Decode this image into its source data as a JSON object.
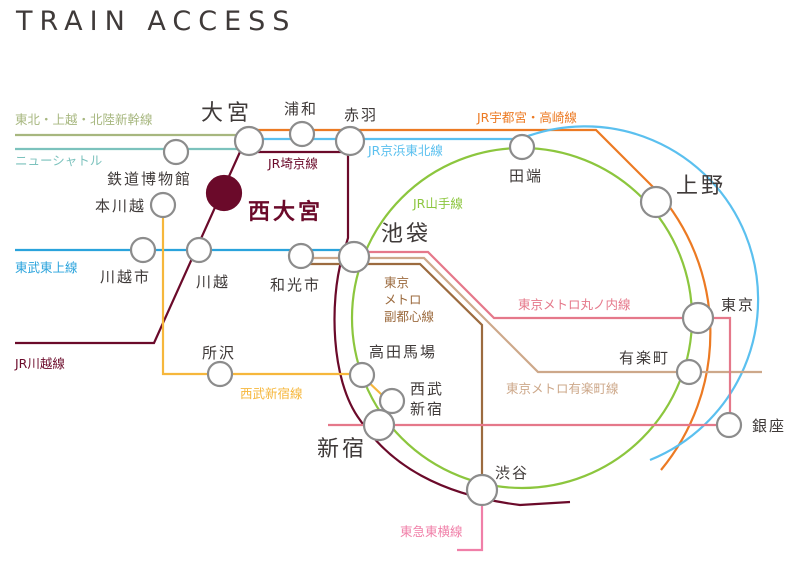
{
  "title": "TRAIN ACCESS",
  "colors": {
    "station_fill": "#ffffff",
    "station_stroke": "#8c8c8c",
    "highlight": "#6b0a2a",
    "text": "#3f3a39"
  },
  "lines": [
    {
      "id": "tohoku-shinkansen",
      "name": "東北・上越・北陸新幹線",
      "color": "#a7b77f"
    },
    {
      "id": "new-shuttle",
      "name": "ニューシャトル",
      "color": "#7cc2bd"
    },
    {
      "id": "jr-utsunomiya-takasaki",
      "name": "JR宇都宮・高崎線",
      "color": "#ec7a23"
    },
    {
      "id": "jr-keihin-tohoku",
      "name": "JR京浜東北線",
      "color": "#5bc0ef"
    },
    {
      "id": "jr-saikyo",
      "name": "JR埼京線",
      "color": "#6b0a2a"
    },
    {
      "id": "jr-yamanote",
      "name": "JR山手線",
      "color": "#8cc63e"
    },
    {
      "id": "tobu-tojo",
      "name": "東武東上線",
      "color": "#2aa3dc"
    },
    {
      "id": "jr-kawagoe",
      "name": "JR川越線",
      "color": "#6b0a2a"
    },
    {
      "id": "seibu-shinjuku",
      "name": "西武新宿線",
      "color": "#f6b73c"
    },
    {
      "id": "metro-fukutoshin",
      "name": "東京\nメトロ\n副都心線",
      "color": "#9c6b3f"
    },
    {
      "id": "metro-marunouchi",
      "name": "東京メトロ丸ノ内線",
      "color": "#e5788a"
    },
    {
      "id": "metro-yurakucho",
      "name": "東京メトロ有楽町線",
      "color": "#cda88a"
    },
    {
      "id": "tokyu-toyoko",
      "name": "東急東横線",
      "color": "#f07fa8"
    }
  ],
  "stations": [
    {
      "id": "omiya",
      "name": "大宮",
      "major": true
    },
    {
      "id": "urawa",
      "name": "浦和"
    },
    {
      "id": "akabane",
      "name": "赤羽"
    },
    {
      "id": "railway-museum",
      "name": "鉄道博物館"
    },
    {
      "id": "nishi-omiya",
      "name": "西大宮",
      "highlight": true
    },
    {
      "id": "hon-kawagoe",
      "name": "本川越"
    },
    {
      "id": "kawagoeshi",
      "name": "川越市"
    },
    {
      "id": "kawagoe",
      "name": "川越"
    },
    {
      "id": "wakoshi",
      "name": "和光市"
    },
    {
      "id": "ikebukuro",
      "name": "池袋",
      "major": true
    },
    {
      "id": "tabata",
      "name": "田端"
    },
    {
      "id": "ueno",
      "name": "上野",
      "major": true
    },
    {
      "id": "tokyo",
      "name": "東京"
    },
    {
      "id": "yurakucho",
      "name": "有楽町"
    },
    {
      "id": "ginza",
      "name": "銀座"
    },
    {
      "id": "tokorozawa",
      "name": "所沢"
    },
    {
      "id": "takadanobaba",
      "name": "高田馬場"
    },
    {
      "id": "seibu-shinjuku",
      "name": "西武\n新宿"
    },
    {
      "id": "shinjuku",
      "name": "新宿",
      "major": true
    },
    {
      "id": "shibuya",
      "name": "渋谷"
    }
  ]
}
